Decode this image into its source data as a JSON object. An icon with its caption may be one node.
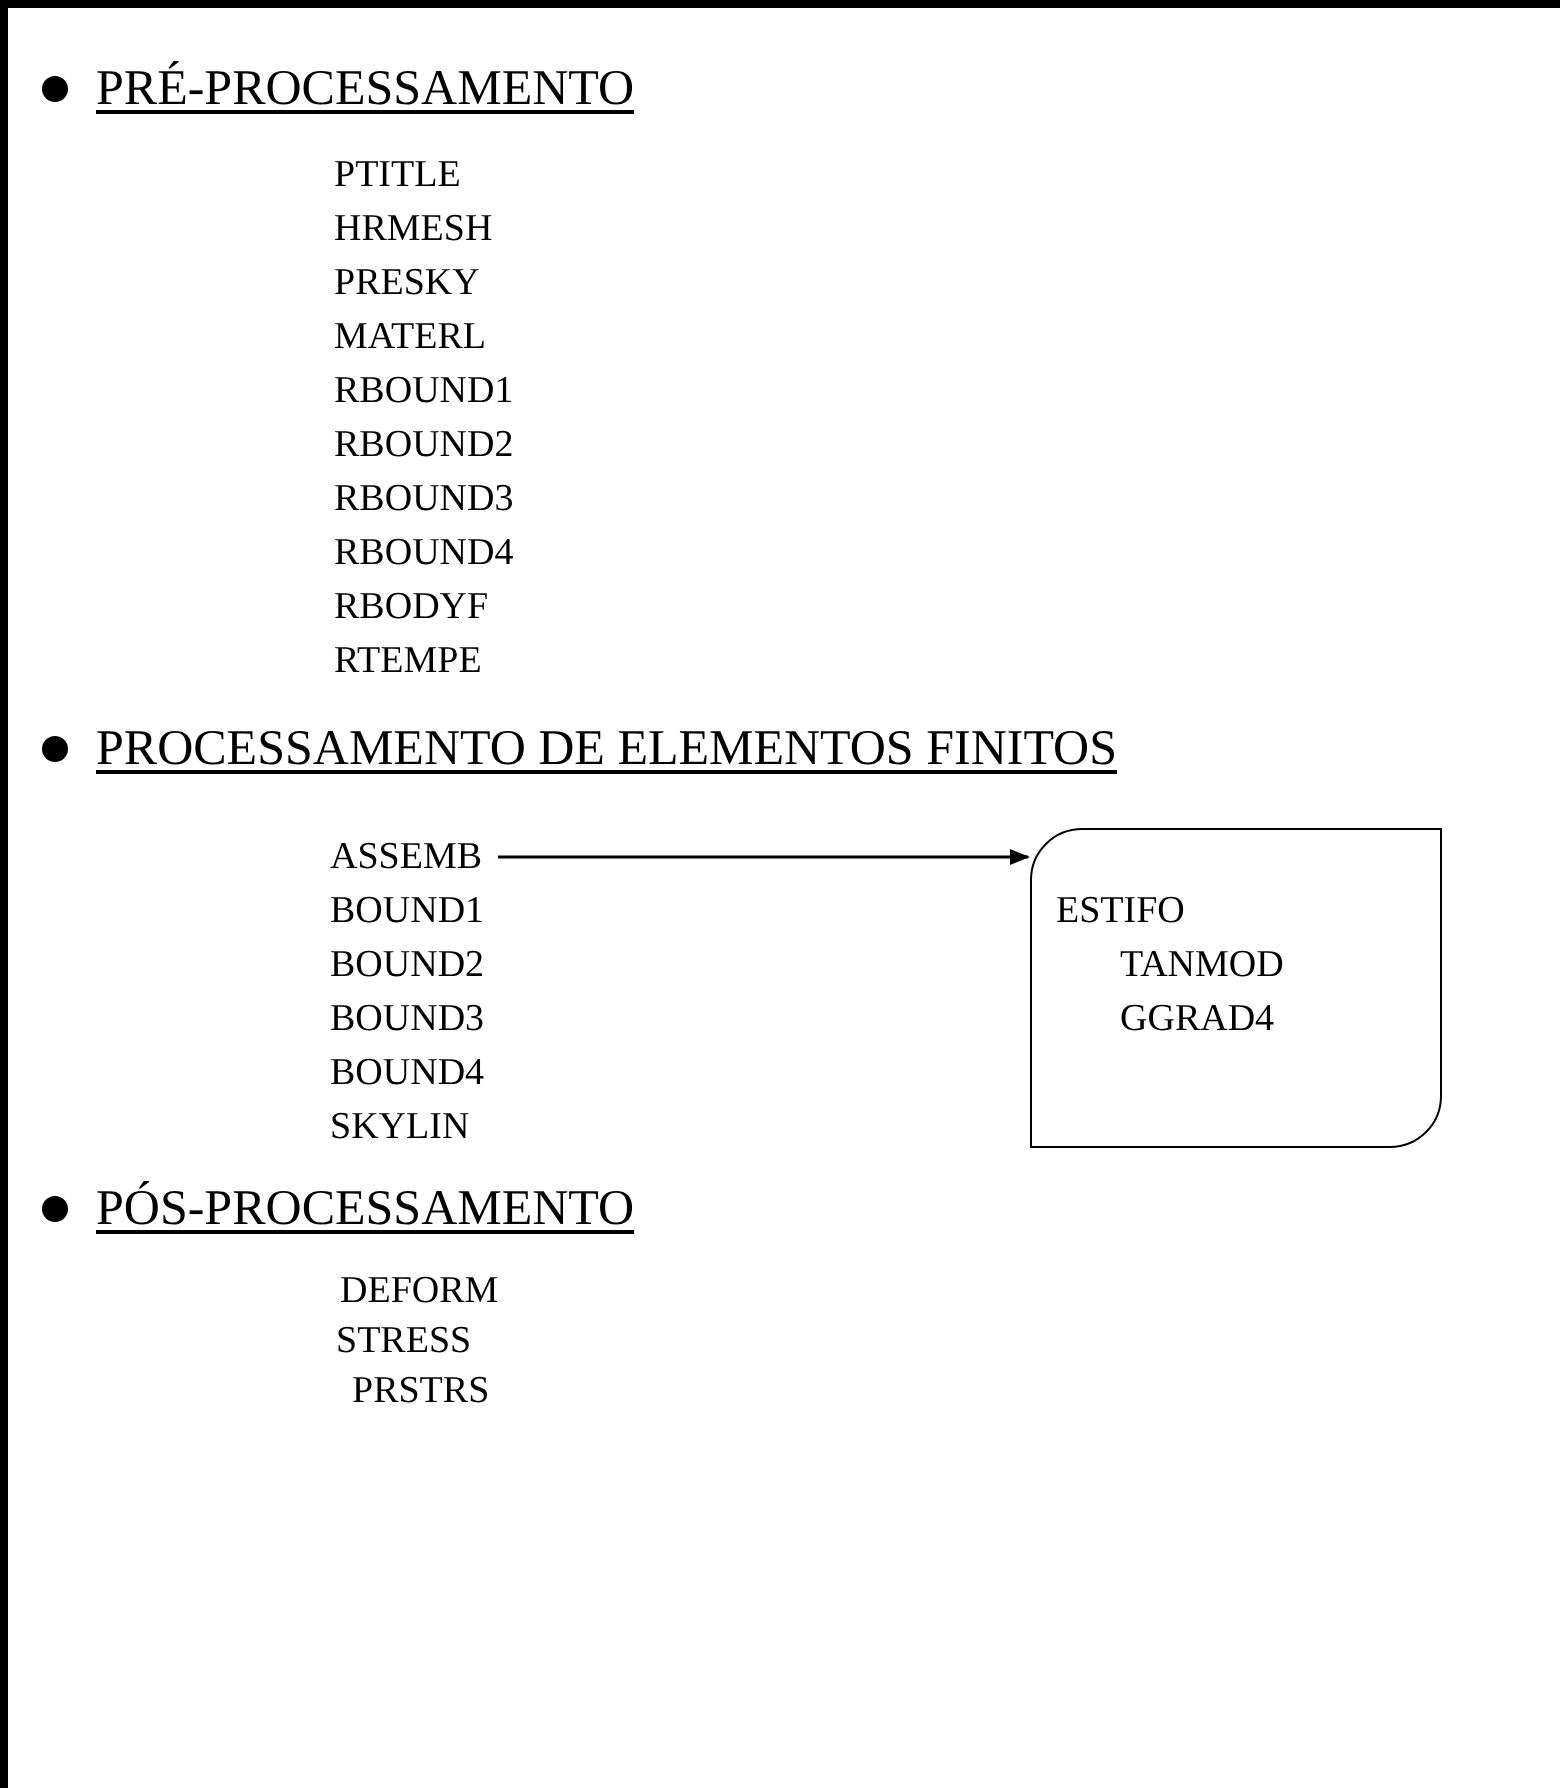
{
  "diagram": {
    "nodes": [
      {
        "text": [
          "ASSEMB"
        ]
      },
      {
        "text": [
          "ESTIFO",
          "TANMOD",
          "GGRAD4"
        ]
      }
    ],
    "edges": [
      {
        "from": 0,
        "to": 1,
        "arrow": "to"
      }
    ],
    "labels": [
      "PRÉ-PROCESSAMENTO",
      "PTITLE",
      "HRMESH",
      "PRESKY",
      "MATERL",
      "RBOUND1",
      "RBOUND2",
      "RBOUND3",
      "RBOUND4",
      "RBODYF",
      "RTEMPE",
      "PROCESSAMENTO DE ELEMENTOS FINITOS",
      "BOUND1",
      "BOUND2",
      "BOUND3",
      "BOUND4",
      "SKYLIN",
      "PÓS-PROCESSAMENTO",
      "DEFORM",
      "STRESS",
      "PRSTRS"
    ]
  }
}
